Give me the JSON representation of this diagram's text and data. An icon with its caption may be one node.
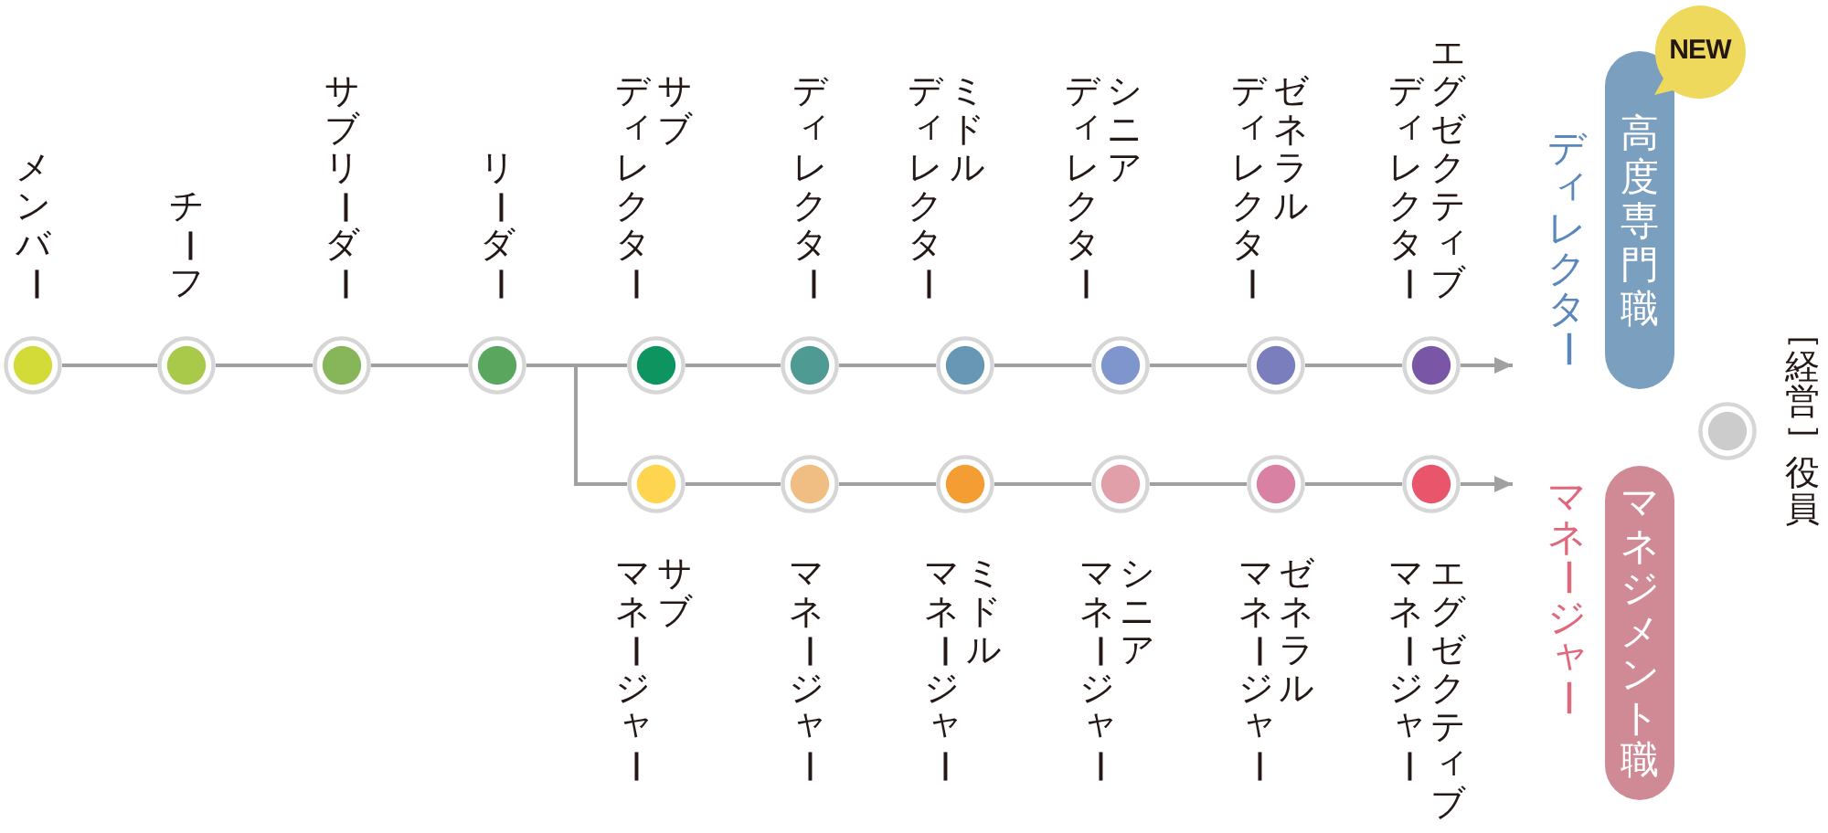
{
  "diagram": {
    "nodes": [
      {
        "text": [],
        "shape": "circle",
        "beside": [
          "メンバー"
        ]
      },
      {
        "text": [],
        "shape": "circle",
        "beside": [
          "チーフ"
        ]
      },
      {
        "text": [],
        "shape": "circle",
        "beside": [
          "サブリーダー"
        ]
      },
      {
        "text": [],
        "shape": "circle",
        "beside": [
          "リーダー"
        ]
      },
      {
        "text": [],
        "shape": "circle",
        "beside": [
          "サブディレクター"
        ]
      },
      {
        "text": [],
        "shape": "circle",
        "beside": [
          "ディレクター"
        ]
      },
      {
        "text": [],
        "shape": "circle",
        "beside": [
          "ミドルディレクター"
        ]
      },
      {
        "text": [],
        "shape": "circle",
        "beside": [
          "シニアディレクター"
        ]
      },
      {
        "text": [],
        "shape": "circle",
        "beside": [
          "ゼネラルディレクター"
        ]
      },
      {
        "text": [],
        "shape": "circle",
        "beside": [
          "エグゼクティブディレクター"
        ]
      },
      {
        "text": [
          "NEW"
        ]
      },
      {
        "text": [
          "高度専門職"
        ]
      },
      {
        "text": [
          "ディレクター"
        ]
      },
      {
        "text": [],
        "shape": "circle",
        "beside": [
          "サブマネージャー"
        ]
      },
      {
        "text": [],
        "shape": "circle",
        "beside": [
          "マネージャー"
        ]
      },
      {
        "text": [],
        "shape": "circle",
        "beside": [
          "ミドルマネージャー"
        ]
      },
      {
        "text": [],
        "shape": "circle",
        "beside": [
          "シニアマネージャー"
        ]
      },
      {
        "text": [],
        "shape": "circle",
        "beside": [
          "ゼネラルマネージャー"
        ]
      },
      {
        "text": [],
        "shape": "circle",
        "beside": [
          "エグゼクティブマネージャー"
        ]
      },
      {
        "text": [
          "マネジメント職"
        ]
      },
      {
        "text": [
          "マネージャー"
        ]
      },
      {
        "text": [],
        "shape": "circle",
        "beside": [
          "［経営］役員"
        ]
      }
    ],
    "edges": [
      {
        "from": 0,
        "to": 1,
        "arrow": "none"
      },
      {
        "from": 1,
        "to": 2,
        "arrow": "none"
      },
      {
        "from": 2,
        "to": 3,
        "arrow": "none"
      },
      {
        "from": 3,
        "to": 4,
        "arrow": "none"
      },
      {
        "from": 4,
        "to": 5,
        "arrow": "none"
      },
      {
        "from": 5,
        "to": 6,
        "arrow": "none"
      },
      {
        "from": 6,
        "to": 7,
        "arrow": "none"
      },
      {
        "from": 7,
        "to": 8,
        "arrow": "none"
      },
      {
        "from": 8,
        "to": 9,
        "arrow": "none"
      },
      {
        "from": 9,
        "to": 12,
        "arrow": "to"
      },
      {
        "from": 3,
        "to": 13,
        "arrow": "none"
      },
      {
        "from": 13,
        "to": 14,
        "arrow": "none"
      },
      {
        "from": 14,
        "to": 15,
        "arrow": "none"
      },
      {
        "from": 15,
        "to": 16,
        "arrow": "none"
      },
      {
        "from": 16,
        "to": 17,
        "arrow": "none"
      },
      {
        "from": 17,
        "to": 18,
        "arrow": "none"
      },
      {
        "from": 18,
        "to": 20,
        "arrow": "to"
      }
    ]
  }
}
